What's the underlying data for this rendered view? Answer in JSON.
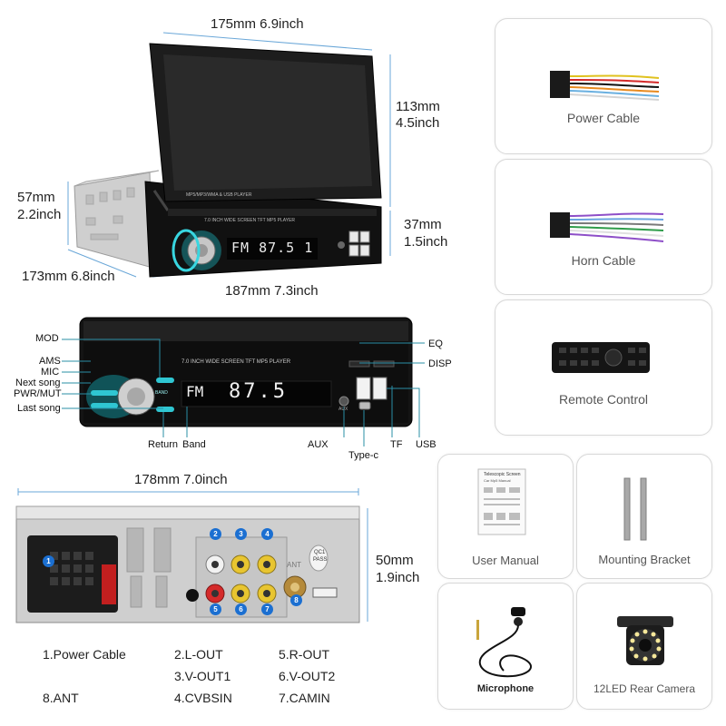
{
  "top_dims": {
    "width": "175mm 6.9inch",
    "screen_h1": "113mm",
    "screen_h2": "4.5inch",
    "body_h1": "57mm",
    "body_h2": "2.2inch",
    "depth": "173mm 6.8inch",
    "front_w": "187mm 7.3inch",
    "front_h1": "37mm",
    "front_h2": "1.5inch"
  },
  "device": {
    "screen_label": "MP5/MP3/WMA & USB PLAYER",
    "panel_label": "7.0 INCH WIDE SCREEN TFT MP5 PLAYER",
    "display_text": "FM 87.5 1",
    "front_display": "87.5",
    "front_band": "FM"
  },
  "callouts": {
    "mod": "MOD",
    "ams": "AMS",
    "mic": "MIC",
    "next_song": "Next song",
    "pwr_mut": "PWR/MUT",
    "last_song": "Last song",
    "eq": "EQ",
    "disp": "DISP",
    "return": "Return",
    "band": "Band",
    "aux": "AUX",
    "type_c": "Type-c",
    "tf": "TF",
    "usb": "USB",
    "aux_small": "AUX",
    "band_btn": "BAND"
  },
  "rear_dims": {
    "width": "178mm 7.0inch",
    "height1": "50mm",
    "height2": "1.9inch"
  },
  "rear_labels": {
    "qc_1": "QC1",
    "qc_2": "PASS",
    "ant": "ANT",
    "n1": "1",
    "n2": "2",
    "n3": "3",
    "n4": "4",
    "n5": "5",
    "n6": "6",
    "n7": "7",
    "n8": "8"
  },
  "legend": {
    "l1": "1.Power Cable",
    "l2": "2.L-OUT",
    "l3": "3.V-OUT1",
    "l4": "4.CVBSIN",
    "l5": "5.R-OUT",
    "l6": "6.V-OUT2",
    "l7": "7.CAMIN",
    "l8": "8.ANT"
  },
  "accessories": {
    "power_cable": "Power Cable",
    "horn_cable": "Horn Cable",
    "remote_control": "Remote Control",
    "user_manual": "User Manual",
    "mounting_bracket": "Mounting Bracket",
    "microphone": "Microphone",
    "rear_camera": "12LED Rear Camera",
    "manual_title": "Telescopic Screen",
    "manual_sub": "Car Mp5 Manual"
  },
  "colors": {
    "dim_line": "#6aa7d8",
    "badge": "#1b6fd1",
    "screen": "#1c1c1c",
    "led_glow": "#38d6e0",
    "yellow_rca": "#e8c530",
    "red_rca": "#d42a2a",
    "white_rca": "#f1f1f1"
  }
}
